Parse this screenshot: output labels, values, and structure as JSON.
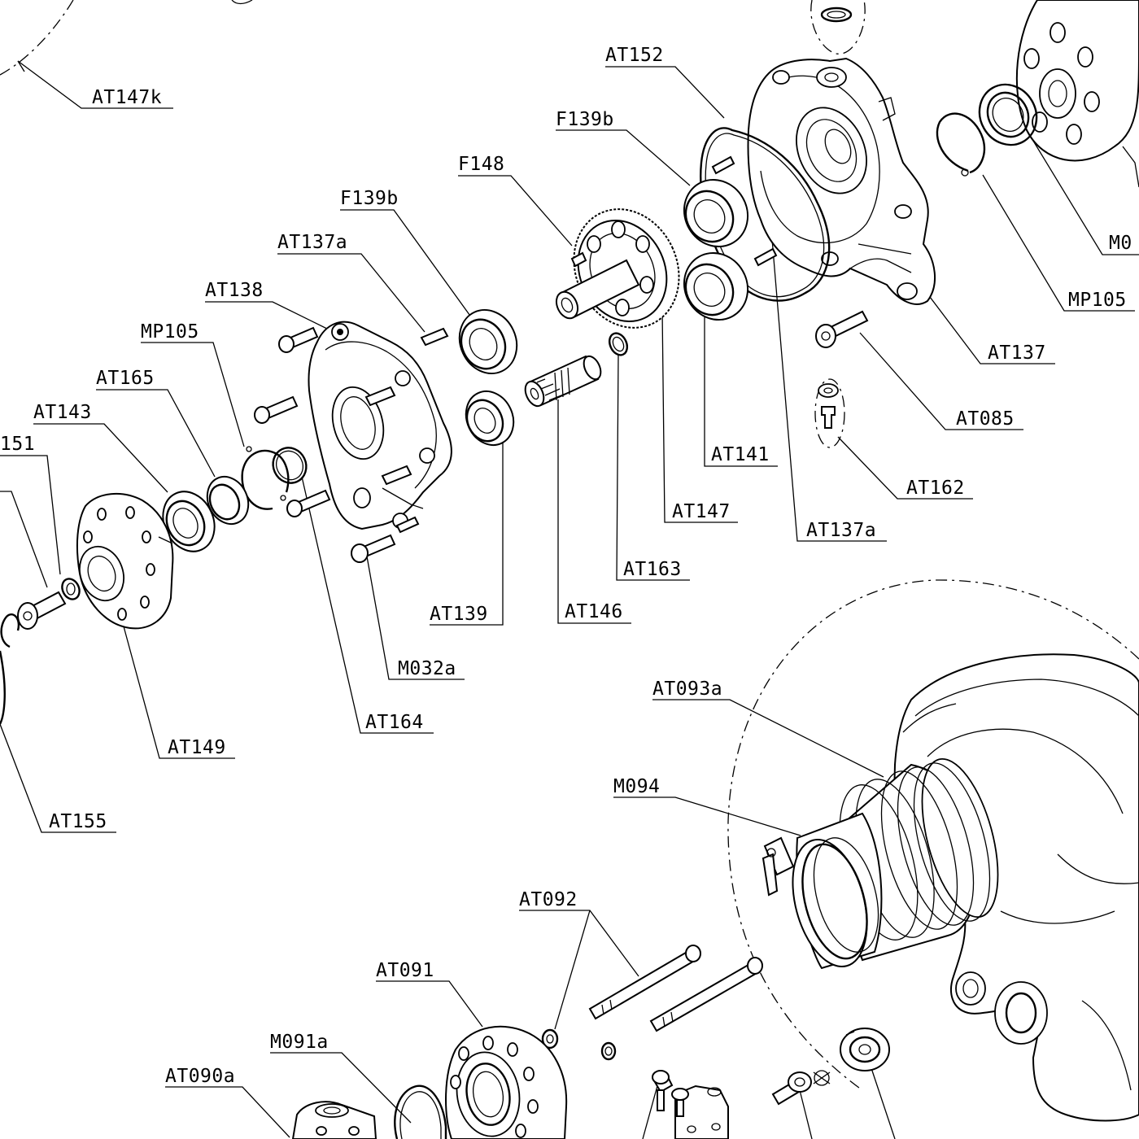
{
  "diagram": {
    "type": "exploded-parts-view",
    "labels": [
      {
        "id": "l-at147k",
        "text": "AT147k"
      },
      {
        "id": "l-at152",
        "text": "AT152"
      },
      {
        "id": "l-f139b-1",
        "text": "F139b"
      },
      {
        "id": "l-f148",
        "text": "F148"
      },
      {
        "id": "l-f139b-2",
        "text": "F139b"
      },
      {
        "id": "l-at137a-1",
        "text": "AT137a"
      },
      {
        "id": "l-at138",
        "text": "AT138"
      },
      {
        "id": "l-mp105-1",
        "text": "MP105"
      },
      {
        "id": "l-at165",
        "text": "AT165"
      },
      {
        "id": "l-at143",
        "text": "AT143"
      },
      {
        "id": "l-151",
        "text": "151"
      },
      {
        "id": "l-m0",
        "text": "M0"
      },
      {
        "id": "l-mp105-2",
        "text": "MP105"
      },
      {
        "id": "l-at137",
        "text": "AT137"
      },
      {
        "id": "l-at085",
        "text": "AT085"
      },
      {
        "id": "l-at162",
        "text": "AT162"
      },
      {
        "id": "l-at141",
        "text": "AT141"
      },
      {
        "id": "l-at147",
        "text": "AT147"
      },
      {
        "id": "l-at137a-2",
        "text": "AT137a"
      },
      {
        "id": "l-at163",
        "text": "AT163"
      },
      {
        "id": "l-at146",
        "text": "AT146"
      },
      {
        "id": "l-at139",
        "text": "AT139"
      },
      {
        "id": "l-m032a",
        "text": "M032a"
      },
      {
        "id": "l-at164",
        "text": "AT164"
      },
      {
        "id": "l-at149",
        "text": "AT149"
      },
      {
        "id": "l-at155",
        "text": "AT155"
      },
      {
        "id": "l-at093a",
        "text": "AT093a"
      },
      {
        "id": "l-m094",
        "text": "M094"
      },
      {
        "id": "l-at092",
        "text": "AT092"
      },
      {
        "id": "l-at091",
        "text": "AT091"
      },
      {
        "id": "l-m091a",
        "text": "M091a"
      },
      {
        "id": "l-at090a",
        "text": "AT090a"
      }
    ]
  }
}
